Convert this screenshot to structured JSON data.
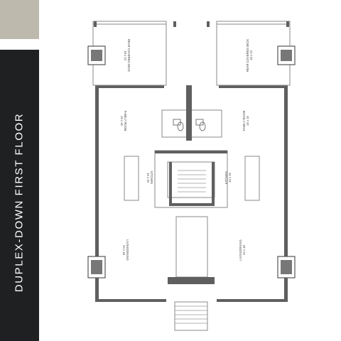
{
  "colors": {
    "swatch": "#bdb9ad",
    "sidebar": "#1e2021",
    "wall": "#5f5f5f",
    "line": "#8a8a8a"
  },
  "sidebar": {
    "title": "DUPLEX-DOWN FIRST FLOOR"
  },
  "rooms": {
    "deck_left": {
      "name": "REAR COVERED DECK",
      "size": "18 x 13"
    },
    "deck_right": {
      "name": "REAR COVERED DECK",
      "size": "18 x 13"
    },
    "family_left": {
      "name": "FAMILY ROOM",
      "size": "15 x 15"
    },
    "family_right": {
      "name": "FAMILY ROOM",
      "size": "15 x 15"
    },
    "kitchen_left": {
      "name": "KITCHEN",
      "size": "16 x 15"
    },
    "kitchen_right": {
      "name": "KITCHEN",
      "size": "16 x 15"
    },
    "living_left": {
      "name": "LIVING/DINING",
      "size": "24 x 18"
    },
    "living_right": {
      "name": "LIVING/DINING",
      "size": "24 x 18"
    }
  }
}
